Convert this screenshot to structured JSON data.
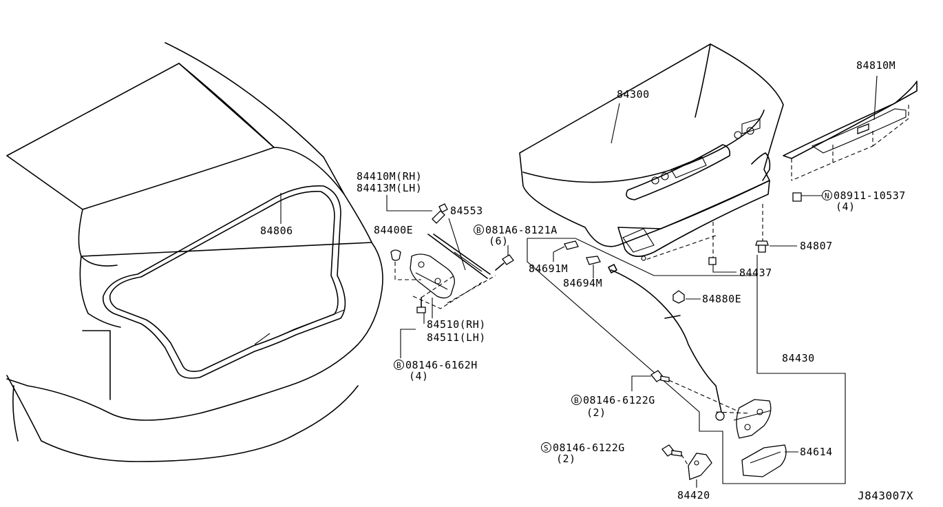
{
  "labels": {
    "p84806": "84806",
    "p84410m": "84410M(RH)",
    "p84413m": "84413M(LH)",
    "p84553": "84553",
    "p84400e": "84400E",
    "p081a6_prefix": "B",
    "p081a6": "081A6-8121A",
    "p081a6_qty": "(6)",
    "p84510": "84510(RH)",
    "p84511": "84511(LH)",
    "p08146h_prefix": "B",
    "p08146h": "08146-6162H",
    "p08146h_qty": "(4)",
    "p84300": "84300",
    "p84810m": "84810M",
    "p08911_prefix": "N",
    "p08911": "08911-10537",
    "p08911_qty": "(4)",
    "p84807": "84807",
    "p84437": "84437",
    "p84691m": "84691M",
    "p84694m": "84694M",
    "p84880e": "84880E",
    "p84430": "84430",
    "p08146g_b_prefix": "B",
    "p08146g_b": "08146-6122G",
    "p08146g_b_qty": "(2)",
    "p08146g_s_prefix": "S",
    "p08146g_s": "08146-6122G",
    "p08146g_s_qty": "(2)",
    "p84614": "84614",
    "p84420": "84420",
    "diagram_code": "J843007X"
  }
}
